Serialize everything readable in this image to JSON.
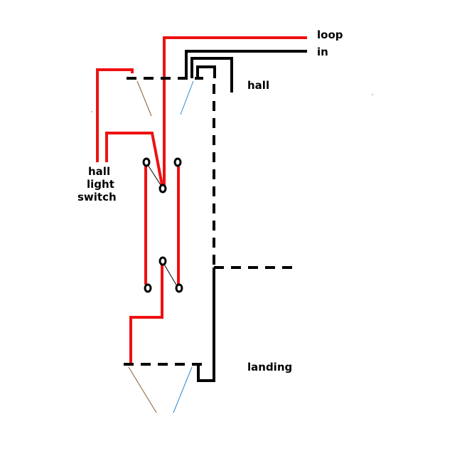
{
  "labels": {
    "loop": "loop",
    "in": "in",
    "hall": "hall",
    "switch_line1": "hall",
    "switch_line2": "light",
    "switch_line3": "switch",
    "landing": "landing"
  },
  "colors": {
    "live": "#ee1111",
    "neutral": "#000000",
    "brown": "#8b5a2b",
    "blue": "#2a8ad4",
    "background": "#ffffff"
  }
}
